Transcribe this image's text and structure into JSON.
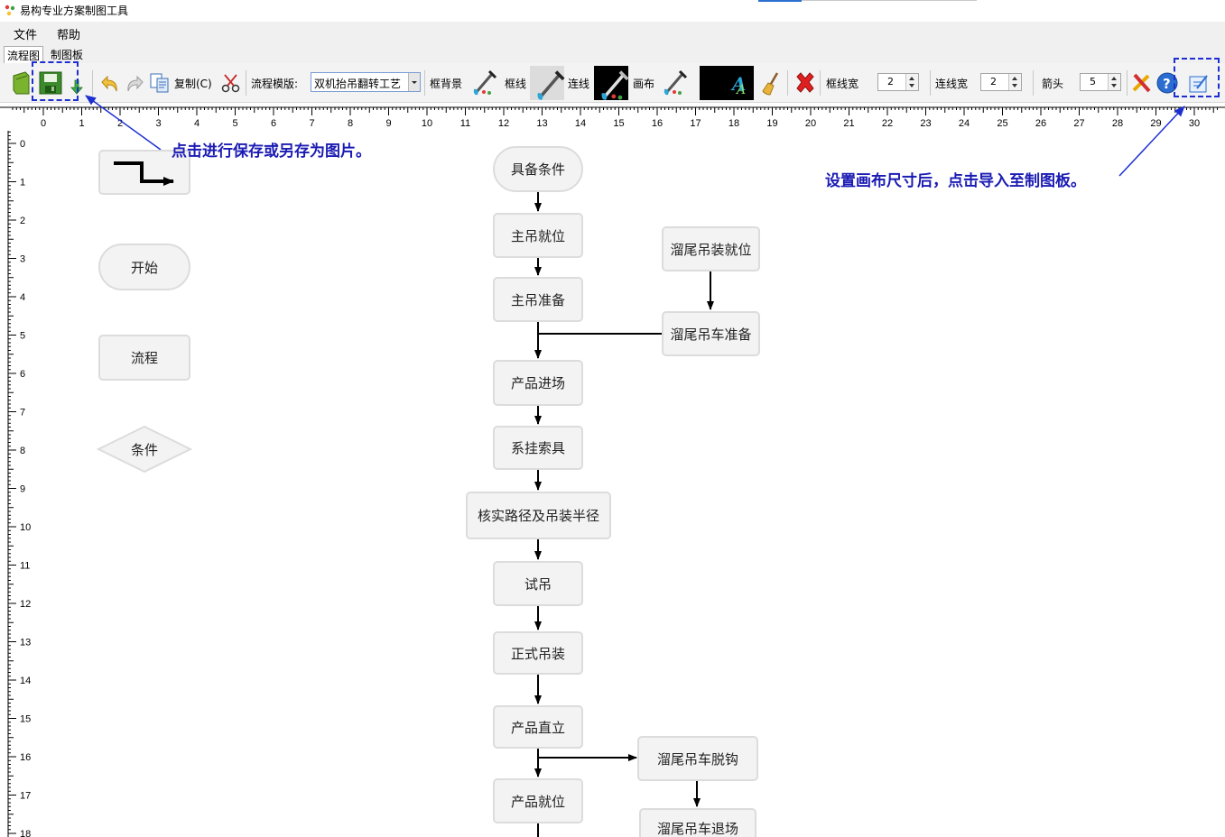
{
  "window": {
    "title": "易构专业方案制图工具"
  },
  "menu": {
    "file": "文件",
    "help": "帮助"
  },
  "tabs": {
    "flowchart": "流程图",
    "board": "制图板"
  },
  "toolbar": {
    "copy_label": "复制(C)",
    "template_label": "流程模版:",
    "template_value": "双机抬吊翻转工艺",
    "frame_bg_label": "框背景",
    "frame_line_label": "框线",
    "connector_label": "连线",
    "canvas_label": "画布",
    "frame_width_label": "框线宽",
    "frame_width_value": "2",
    "connector_width_label": "连线宽",
    "connector_width_value": "2",
    "arrow_label": "箭头",
    "arrow_value": "5"
  },
  "ruler": {
    "h_ticks": [
      "0",
      "1",
      "2",
      "3",
      "4",
      "5",
      "6",
      "7",
      "8",
      "9",
      "10",
      "11",
      "12",
      "13",
      "14",
      "15",
      "16",
      "17",
      "18",
      "19",
      "20",
      "21",
      "22",
      "23",
      "24",
      "25",
      "26",
      "27",
      "28",
      "29",
      "30"
    ],
    "v_ticks": [
      "0",
      "1",
      "2",
      "3",
      "4",
      "5",
      "6",
      "7",
      "8",
      "9",
      "10",
      "11",
      "12",
      "13",
      "14",
      "15",
      "16",
      "17",
      "18"
    ]
  },
  "palette": {
    "start": "开始",
    "process": "流程",
    "condition": "条件"
  },
  "flow": {
    "n1": "具备条件",
    "n2": "主吊就位",
    "n3": "主吊准备",
    "n4": "产品进场",
    "n5": "系挂索具",
    "n6": "核实路径及吊装半径",
    "n7": "试吊",
    "n8": "正式吊装",
    "n9": "产品直立",
    "n10": "产品就位",
    "s1": "溜尾吊装就位",
    "s2": "溜尾吊车准备",
    "s3": "溜尾吊车脱钩",
    "s4": "溜尾吊车退场"
  },
  "annotations": {
    "save_hint": "点击进行保存或另存为图片。",
    "import_hint": "设置画布尺寸后，点击导入至制图板。"
  },
  "colors": {
    "annotation": "#1b1bb4",
    "dash": "#1d2fd1",
    "node_fill": "#f3f3f3",
    "node_border": "#dcdcdc"
  }
}
